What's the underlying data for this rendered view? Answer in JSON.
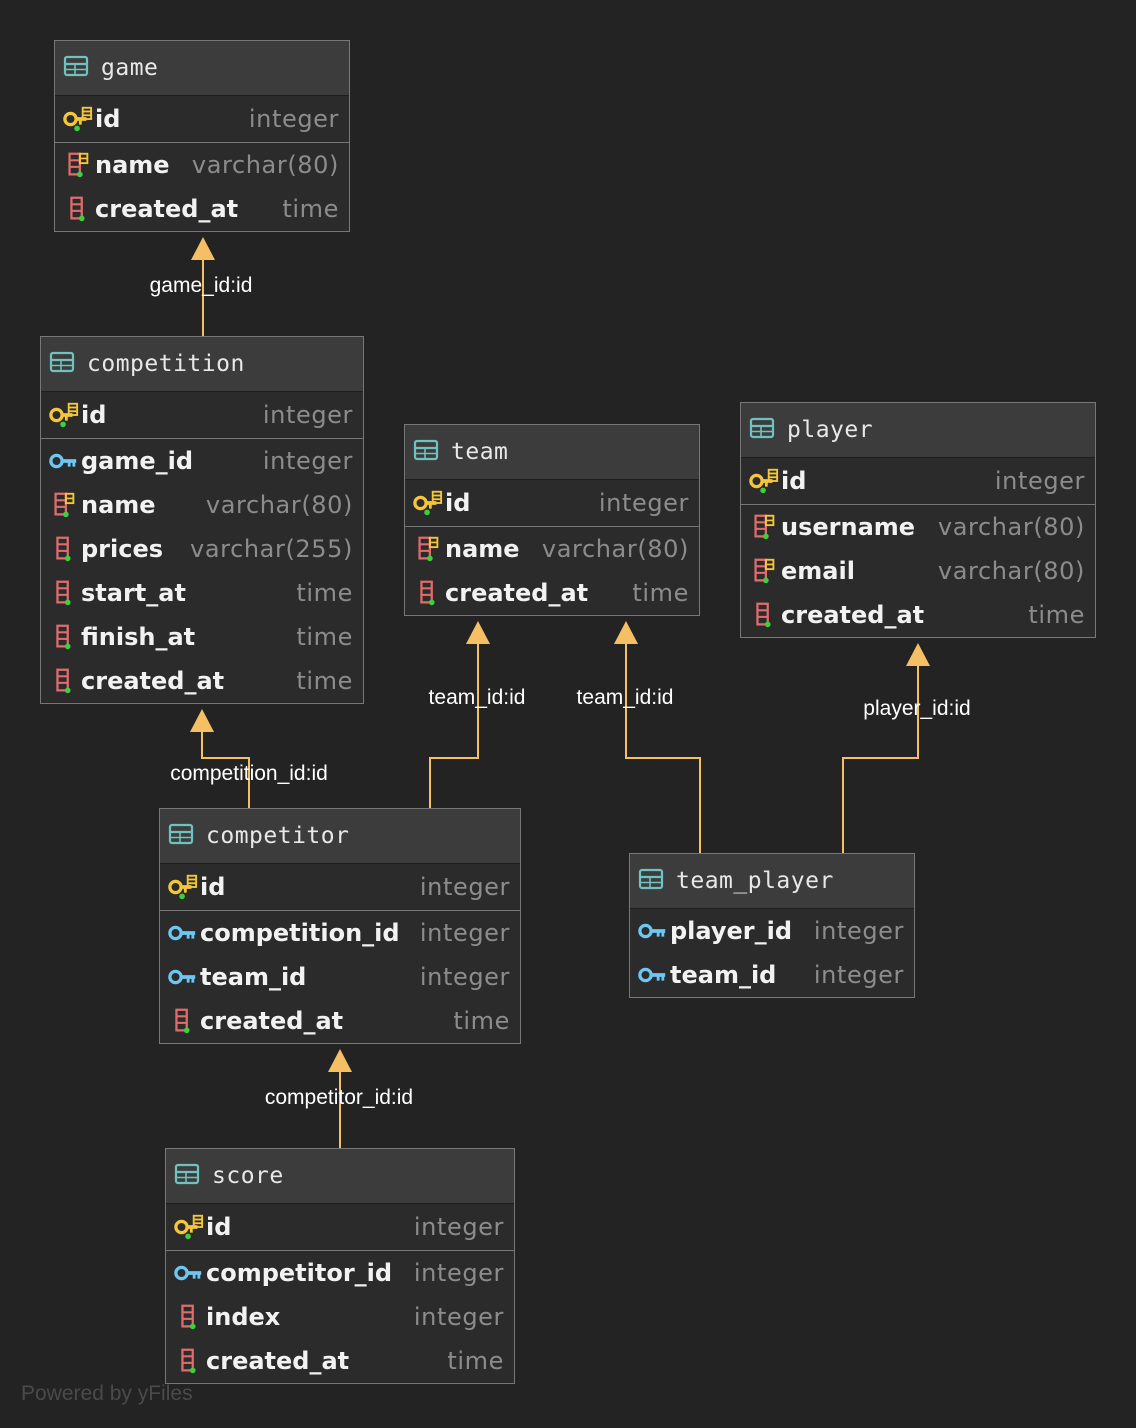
{
  "colors": {
    "background": "#232323",
    "edge": "#f5c063",
    "pk_key": "#f5c63a",
    "fk_key": "#6ec6f2",
    "column_icon": "#e06c6c"
  },
  "tables": {
    "game": {
      "name": "game",
      "columns": [
        {
          "name": "id",
          "type": "integer",
          "kind": "pk"
        },
        {
          "name": "name",
          "type": "varchar(80)",
          "kind": "idx"
        },
        {
          "name": "created_at",
          "type": "time",
          "kind": "col"
        }
      ]
    },
    "competition": {
      "name": "competition",
      "columns": [
        {
          "name": "id",
          "type": "integer",
          "kind": "pk"
        },
        {
          "name": "game_id",
          "type": "integer",
          "kind": "fk"
        },
        {
          "name": "name",
          "type": "varchar(80)",
          "kind": "idx"
        },
        {
          "name": "prices",
          "type": "varchar(255)",
          "kind": "col"
        },
        {
          "name": "start_at",
          "type": "time",
          "kind": "col"
        },
        {
          "name": "finish_at",
          "type": "time",
          "kind": "col"
        },
        {
          "name": "created_at",
          "type": "time",
          "kind": "col"
        }
      ]
    },
    "team": {
      "name": "team",
      "columns": [
        {
          "name": "id",
          "type": "integer",
          "kind": "pk"
        },
        {
          "name": "name",
          "type": "varchar(80)",
          "kind": "idx"
        },
        {
          "name": "created_at",
          "type": "time",
          "kind": "col"
        }
      ]
    },
    "player": {
      "name": "player",
      "columns": [
        {
          "name": "id",
          "type": "integer",
          "kind": "pk"
        },
        {
          "name": "username",
          "type": "varchar(80)",
          "kind": "idx"
        },
        {
          "name": "email",
          "type": "varchar(80)",
          "kind": "idx"
        },
        {
          "name": "created_at",
          "type": "time",
          "kind": "col"
        }
      ]
    },
    "competitor": {
      "name": "competitor",
      "columns": [
        {
          "name": "id",
          "type": "integer",
          "kind": "pk"
        },
        {
          "name": "competition_id",
          "type": "integer",
          "kind": "fk"
        },
        {
          "name": "team_id",
          "type": "integer",
          "kind": "fk"
        },
        {
          "name": "created_at",
          "type": "time",
          "kind": "col"
        }
      ]
    },
    "team_player": {
      "name": "team_player",
      "columns": [
        {
          "name": "player_id",
          "type": "integer",
          "kind": "fk"
        },
        {
          "name": "team_id",
          "type": "integer",
          "kind": "fk"
        }
      ]
    },
    "score": {
      "name": "score",
      "columns": [
        {
          "name": "id",
          "type": "integer",
          "kind": "pk"
        },
        {
          "name": "competitor_id",
          "type": "integer",
          "kind": "fk"
        },
        {
          "name": "index",
          "type": "integer",
          "kind": "col"
        },
        {
          "name": "created_at",
          "type": "time",
          "kind": "col"
        }
      ]
    }
  },
  "relations": [
    {
      "label": "game_id:id",
      "from": "competition",
      "to": "game"
    },
    {
      "label": "competition_id:id",
      "from": "competitor",
      "to": "competition"
    },
    {
      "label": "team_id:id",
      "from": "competitor",
      "to": "team"
    },
    {
      "label": "team_id:id",
      "from": "team_player",
      "to": "team"
    },
    {
      "label": "player_id:id",
      "from": "team_player",
      "to": "player"
    },
    {
      "label": "competitor_id:id",
      "from": "score",
      "to": "competitor"
    }
  ],
  "watermark": "Powered by yFiles"
}
